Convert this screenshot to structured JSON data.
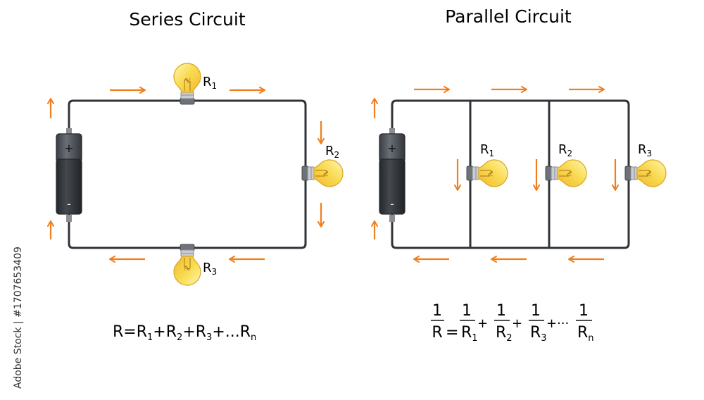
{
  "series": {
    "title": "Series Circuit",
    "battery": {
      "plus": "+",
      "minus": "-"
    },
    "resistors": [
      {
        "main": "R",
        "sub": "1"
      },
      {
        "main": "R",
        "sub": "2"
      },
      {
        "main": "R",
        "sub": "3"
      }
    ],
    "formula": {
      "parts": [
        "R=R",
        "1",
        "+R",
        "2",
        "+R",
        "3",
        "+...R",
        "n"
      ]
    }
  },
  "parallel": {
    "title": "Parallel Circuit",
    "battery": {
      "plus": "+",
      "minus": "-"
    },
    "resistors": [
      {
        "main": "R",
        "sub": "1"
      },
      {
        "main": "R",
        "sub": "2"
      },
      {
        "main": "R",
        "sub": "3"
      }
    ],
    "formula": {
      "one": "1",
      "lhs": "R",
      "eq": "=",
      "plus": "+",
      "ellipsis": "+···",
      "terms": [
        {
          "main": "R",
          "sub": "1"
        },
        {
          "main": "R",
          "sub": "2"
        },
        {
          "main": "R",
          "sub": "3"
        },
        {
          "main": "R",
          "sub": "n"
        }
      ]
    }
  },
  "stock_id": "Adobe Stock | #1707653409",
  "colors": {
    "wire": "#2f3338",
    "arrow": "#f07f1e",
    "bulb": "#f7d54a",
    "bulb_stroke": "#d9a520",
    "battery_top": "#5c6066",
    "battery_bottom": "#2f3338",
    "socket": "#6e7379"
  }
}
